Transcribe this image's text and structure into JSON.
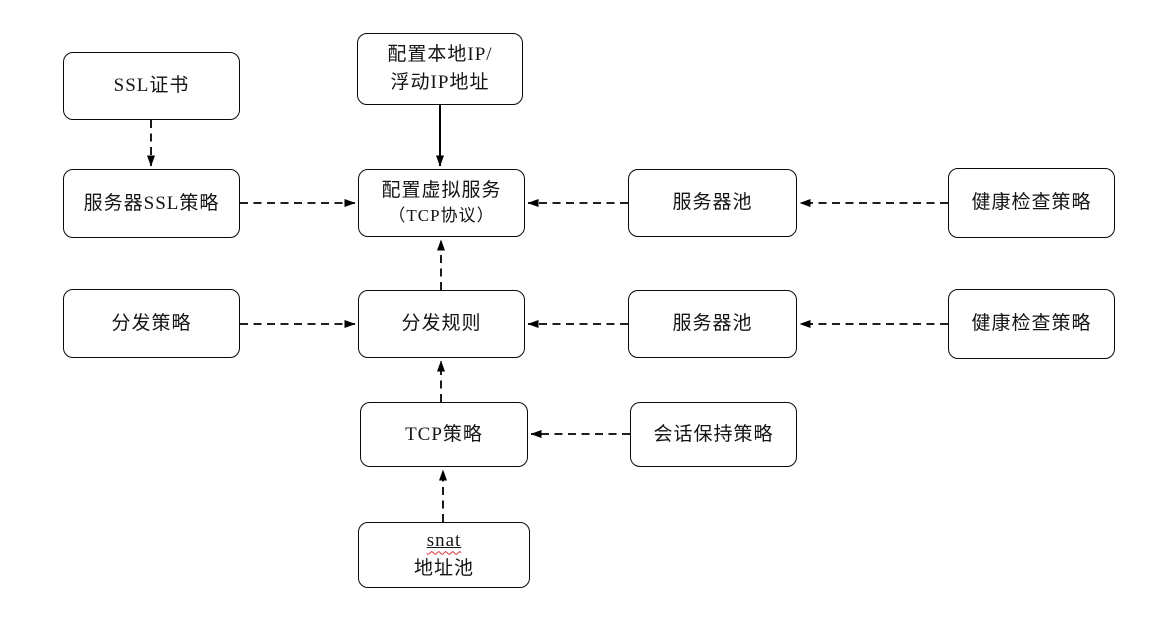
{
  "diagram": {
    "description": "Load-balancer TCP virtual service configuration flowchart",
    "colors": {
      "background": "#ffffff",
      "stroke": "#000000",
      "text": "#141414",
      "spellcheck_squiggle": "#e03131"
    },
    "nodes": {
      "ssl_cert": {
        "label": "SSL证书"
      },
      "config_local_ip": {
        "line1": "配置本地IP/",
        "line2": "浮动IP地址"
      },
      "server_ssl_policy": {
        "label": "服务器SSL策略"
      },
      "virtual_service": {
        "line1": "配置虚拟服务",
        "line2": "（TCP协议）"
      },
      "server_pool_top": {
        "label": "服务器池"
      },
      "health_check_top": {
        "label": "健康检查策略"
      },
      "dist_policy": {
        "label": "分发策略"
      },
      "dist_rule": {
        "label": "分发规则"
      },
      "server_pool_mid": {
        "label": "服务器池"
      },
      "health_check_mid": {
        "label": "健康检查策略"
      },
      "tcp_policy": {
        "label": "TCP策略"
      },
      "session_persistence": {
        "label": "会话保持策略"
      },
      "snat_pool": {
        "underlined": "snat",
        "rest": "地址池"
      }
    },
    "edges": [
      {
        "from": "ssl_cert",
        "to": "server_ssl_policy",
        "style": "dashed",
        "direction": "down"
      },
      {
        "from": "config_local_ip",
        "to": "virtual_service",
        "style": "solid",
        "direction": "down"
      },
      {
        "from": "server_ssl_policy",
        "to": "virtual_service",
        "style": "dashed",
        "direction": "right"
      },
      {
        "from": "server_pool_top",
        "to": "virtual_service",
        "style": "dashed",
        "direction": "left"
      },
      {
        "from": "health_check_top",
        "to": "server_pool_top",
        "style": "dashed",
        "direction": "left"
      },
      {
        "from": "dist_rule",
        "to": "virtual_service",
        "style": "dashed",
        "direction": "up"
      },
      {
        "from": "dist_policy",
        "to": "dist_rule",
        "style": "dashed",
        "direction": "right"
      },
      {
        "from": "server_pool_mid",
        "to": "dist_rule",
        "style": "dashed",
        "direction": "left"
      },
      {
        "from": "health_check_mid",
        "to": "server_pool_mid",
        "style": "dashed",
        "direction": "left"
      },
      {
        "from": "tcp_policy",
        "to": "dist_rule",
        "style": "dashed",
        "direction": "up"
      },
      {
        "from": "session_persistence",
        "to": "tcp_policy",
        "style": "dashed",
        "direction": "left"
      },
      {
        "from": "snat_pool",
        "to": "tcp_policy",
        "style": "dashed",
        "direction": "up"
      }
    ]
  }
}
